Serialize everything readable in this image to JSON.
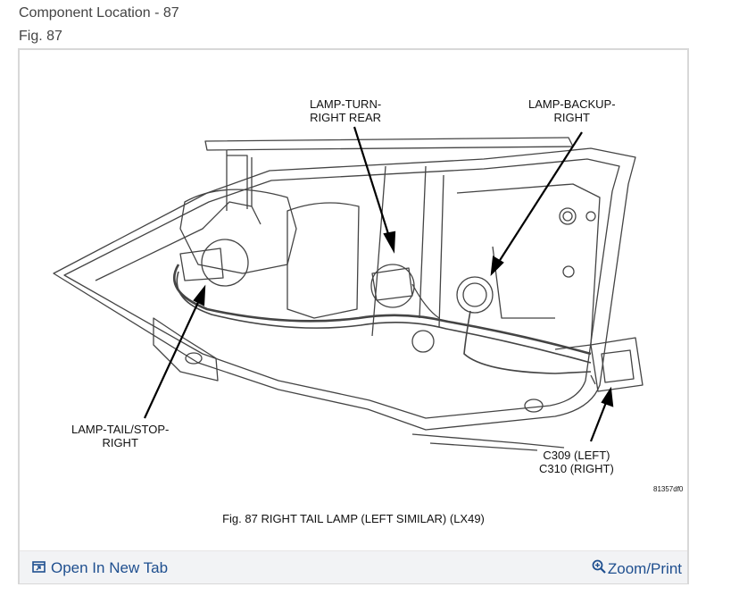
{
  "header": {
    "title": "Component Location - 87",
    "figure": "Fig. 87"
  },
  "diagram": {
    "labels": {
      "turn": "LAMP-TURN-\nRIGHT REAR",
      "backup": "LAMP-BACKUP-\nRIGHT",
      "tail": "LAMP-TAIL/STOP-\nRIGHT",
      "connector": "C309 (LEFT)\nC310 (RIGHT)"
    },
    "code": "81357df0",
    "caption": "Fig. 87  RIGHT TAIL LAMP (LEFT SIMILAR)  (LX49)"
  },
  "footer": {
    "open_tab": "Open In New Tab",
    "zoom": "Zoom/Print",
    "open_icon": "external-window-icon",
    "zoom_icon": "magnifier-plus-icon",
    "link_color": "#1f4f8f"
  }
}
